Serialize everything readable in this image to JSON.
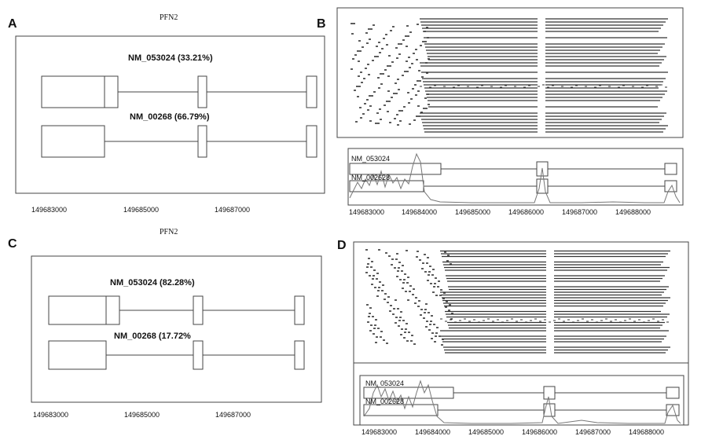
{
  "panels": {
    "A": {
      "letter": "A",
      "gene": "PFN2",
      "transcripts": [
        {
          "label": "NM_053024 (33.21%)"
        },
        {
          "label": "NM_00268 (66.79%)"
        }
      ],
      "ticks": [
        "149683000",
        "149685000",
        "149687000"
      ]
    },
    "B": {
      "letter": "B",
      "transcripts": [
        "NM_053024",
        "NM_002628"
      ],
      "ticks": [
        "149683000",
        "149684000",
        "149685000",
        "149686000",
        "149687000",
        "149688000"
      ]
    },
    "C": {
      "letter": "C",
      "gene": "PFN2",
      "transcripts": [
        {
          "label": "NM_053024 (82.28%)"
        },
        {
          "label": "NM_00268 (17.72%"
        }
      ],
      "ticks": [
        "149683000",
        "149685000",
        "149687000"
      ]
    },
    "D": {
      "letter": "D",
      "transcripts": [
        "NM_053024",
        "NM_002628"
      ],
      "ticks": [
        "149683000",
        "149684000",
        "149685000",
        "149686000",
        "149687000",
        "149688000"
      ]
    }
  }
}
